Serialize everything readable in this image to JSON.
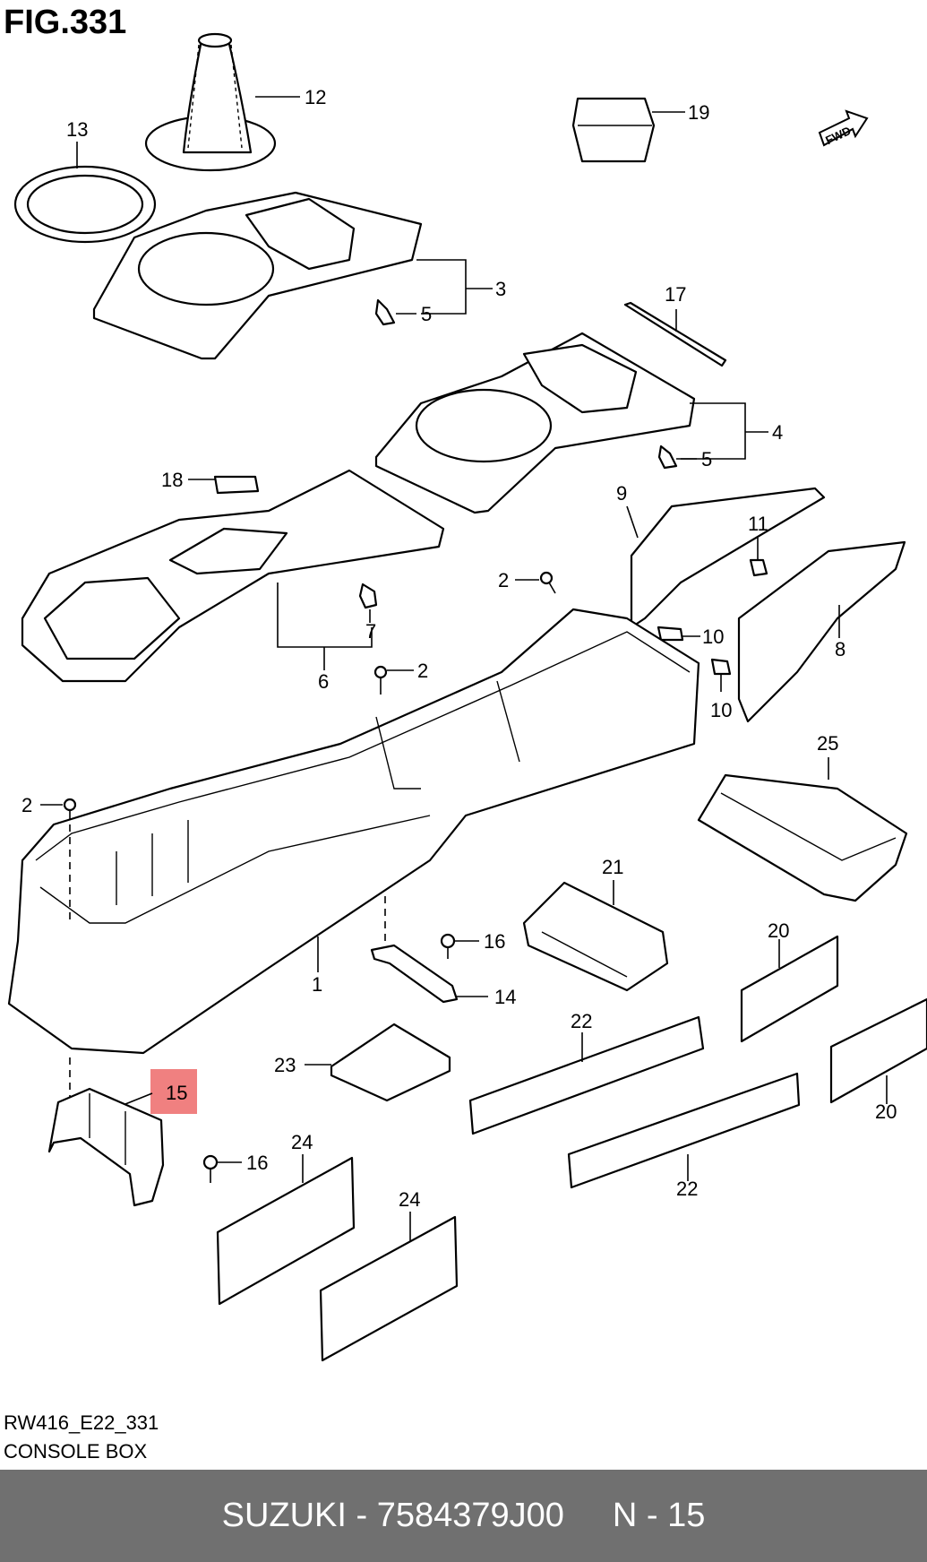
{
  "figure": {
    "title": "FIG.331"
  },
  "diagram_code": "RW416_E22_331",
  "diagram_name": "CONSOLE BOX",
  "fwd_label": "FWD",
  "highlight_color": "#f08080",
  "footer_bar": {
    "brand_part": "SUZUKI - 7584379J00",
    "ref": "N - 15",
    "bg_color": "#707070"
  },
  "callouts": {
    "c1": "1",
    "c2a": "2",
    "c2b": "2",
    "c2c": "2",
    "c3": "3",
    "c4": "4",
    "c5a": "5",
    "c5b": "5",
    "c6": "6",
    "c7": "7",
    "c8": "8",
    "c9": "9",
    "c10a": "10",
    "c10b": "10",
    "c11": "11",
    "c12": "12",
    "c13": "13",
    "c14": "14",
    "c15": "15",
    "c16a": "16",
    "c16b": "16",
    "c17": "17",
    "c18": "18",
    "c19": "19",
    "c20a": "20",
    "c20b": "20",
    "c21": "21",
    "c22a": "22",
    "c22b": "22",
    "c23": "23",
    "c24a": "24",
    "c24b": "24",
    "c25": "25"
  }
}
